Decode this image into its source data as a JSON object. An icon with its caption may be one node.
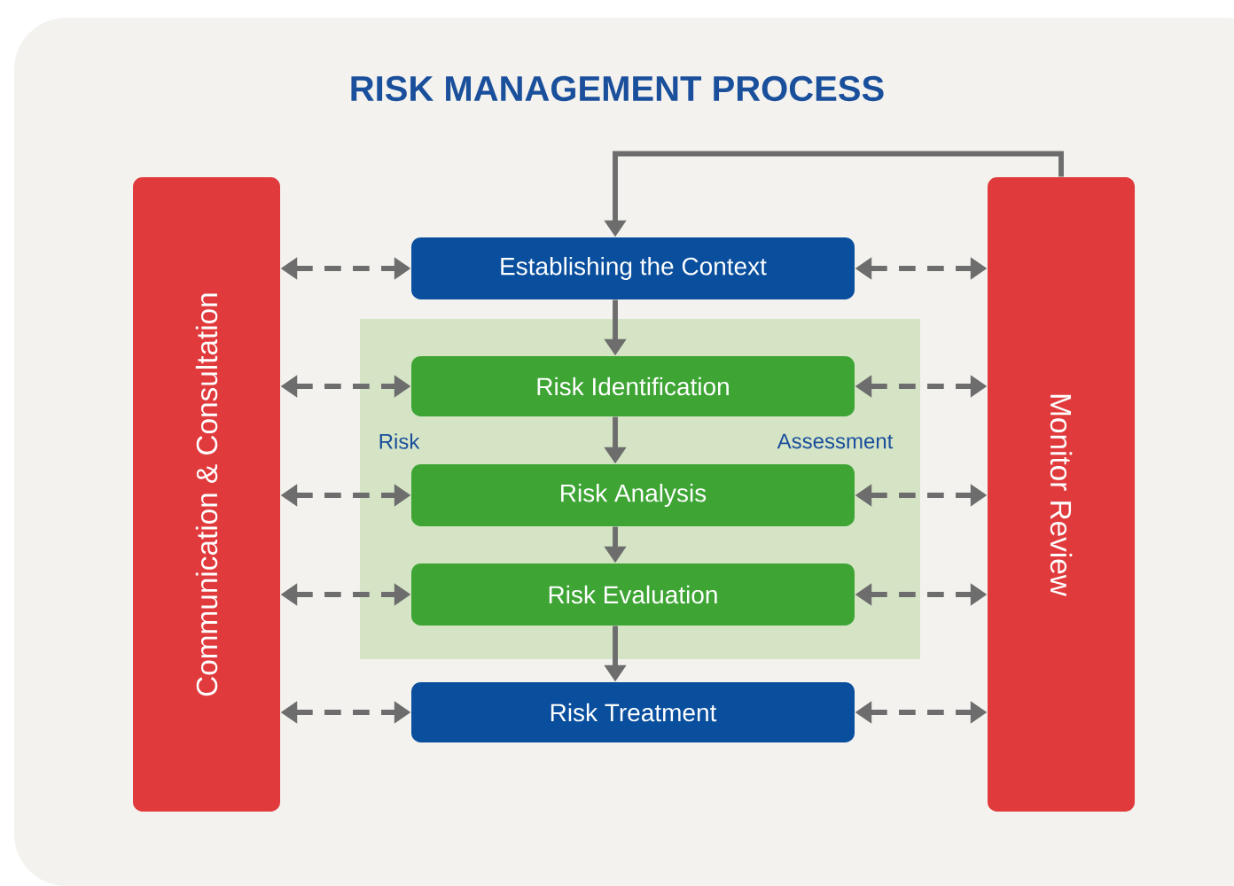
{
  "diagram": {
    "title": "RISK MANAGEMENT PROCESS",
    "nodes": [
      {
        "text": [
          "Communication & Consultation"
        ]
      },
      {
        "text": [
          "Monitor Review"
        ]
      },
      {
        "text": [
          "Establishing the Context"
        ]
      },
      {
        "text": [
          "Risk",
          "Assessment"
        ]
      },
      {
        "text": [
          "Risk Identification"
        ],
        "in": 3
      },
      {
        "text": [
          "Risk Analysis"
        ],
        "in": 3
      },
      {
        "text": [
          "Risk Evaluation"
        ],
        "in": 3
      },
      {
        "text": [
          "Risk Treatment"
        ]
      }
    ],
    "edges": [
      {
        "from": 1,
        "to": 2,
        "arrow": "to"
      },
      {
        "from": 2,
        "to": 4,
        "arrow": "to"
      },
      {
        "from": 4,
        "to": 5,
        "arrow": "to"
      },
      {
        "from": 5,
        "to": 6,
        "arrow": "to"
      },
      {
        "from": 6,
        "to": 7,
        "arrow": "to"
      },
      {
        "from": 0,
        "to": 2,
        "arrow": "both",
        "style": "dashed"
      },
      {
        "from": 0,
        "to": 4,
        "arrow": "both",
        "style": "dashed"
      },
      {
        "from": 0,
        "to": 5,
        "arrow": "both",
        "style": "dashed"
      },
      {
        "from": 0,
        "to": 6,
        "arrow": "both",
        "style": "dashed"
      },
      {
        "from": 0,
        "to": 7,
        "arrow": "both",
        "style": "dashed"
      },
      {
        "from": 2,
        "to": 1,
        "arrow": "both",
        "style": "dashed"
      },
      {
        "from": 4,
        "to": 1,
        "arrow": "both",
        "style": "dashed"
      },
      {
        "from": 5,
        "to": 1,
        "arrow": "both",
        "style": "dashed"
      },
      {
        "from": 6,
        "to": 1,
        "arrow": "both",
        "style": "dashed"
      },
      {
        "from": 7,
        "to": 1,
        "arrow": "both",
        "style": "dashed"
      }
    ]
  }
}
